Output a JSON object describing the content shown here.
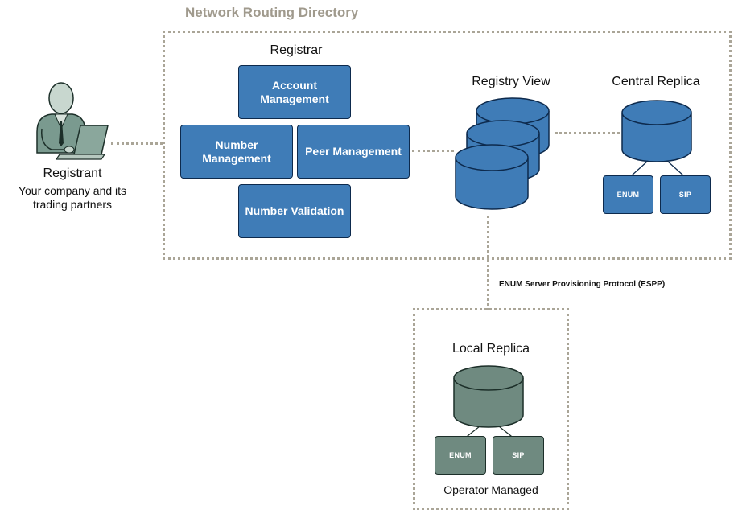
{
  "diagram": {
    "title": "Network Routing Directory",
    "registrar": {
      "label": "Registrar",
      "boxes": {
        "account": "Account Management",
        "number": "Number Management",
        "peer": "Peer Management",
        "validation": "Number Validation"
      }
    },
    "registry_view": {
      "label": "Registry View"
    },
    "central_replica": {
      "label": "Central Replica",
      "boxes": [
        "ENUM",
        "SIP"
      ]
    },
    "registrant": {
      "label": "Registrant",
      "subtitle": "Your company and its trading partners"
    },
    "protocol_label": "ENUM Server Provisioning Protocol (ESPP)",
    "local_replica": {
      "label": "Local Replica",
      "boxes": [
        "ENUM",
        "SIP"
      ],
      "caption": "Operator Managed"
    },
    "colors": {
      "primary_blue": "#3f7cb7",
      "box_border": "#0d2a4d",
      "local_gray": "#6f8a80",
      "dotted_line": "#aaa597",
      "title_gray": "#a09a8d"
    }
  }
}
